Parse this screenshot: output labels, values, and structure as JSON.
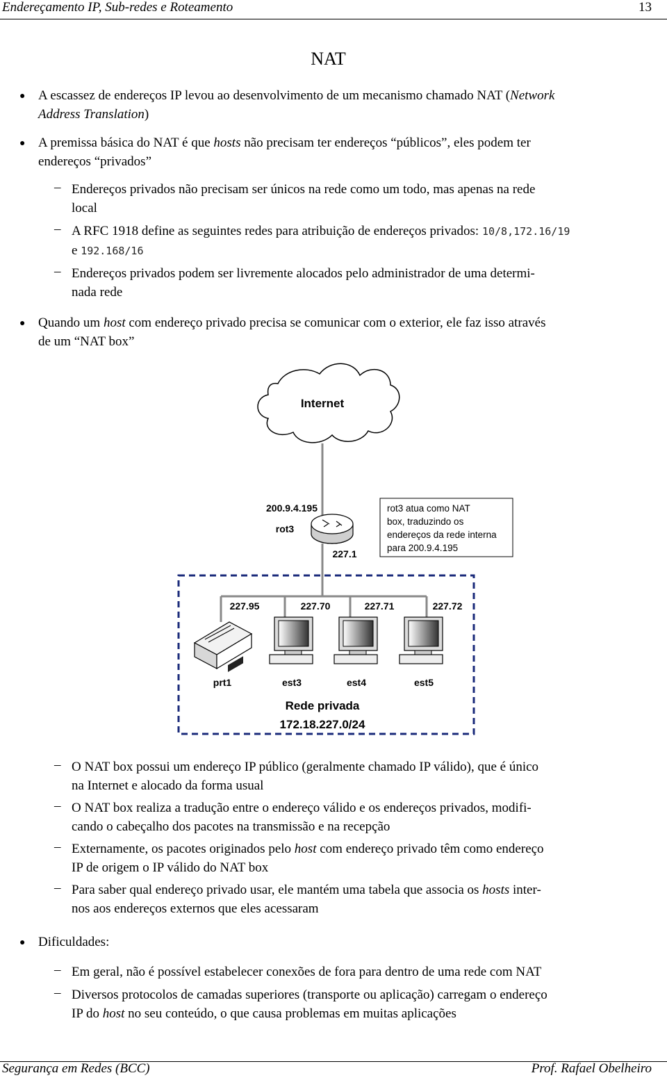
{
  "header": {
    "left": "Endereçamento IP, Sub-redes e Roteamento",
    "page_number": "13"
  },
  "title": "NAT",
  "bullets": {
    "b1": {
      "pre": "A escassez de endereços IP levou ao desenvolvimento de um mecanismo chamado NAT (",
      "it": "Network",
      "line2_it": "Address Translation",
      "line2_post": ")"
    },
    "b2": {
      "pre": "A premissa básica do NAT é que ",
      "it": "hosts",
      "post": " não precisam ter endereços “públicos”, eles podem ter",
      "line2": "endereços “privados”"
    },
    "s1": {
      "line1": "Endereços privados não precisam ser únicos na rede como um todo, mas apenas na rede",
      "line2": "local"
    },
    "s2": {
      "pre": "A RFC 1918 define as seguintes redes para atribuição de endereços privados: ",
      "code1": "10/8,172.16/19",
      "line2_pre": "e ",
      "code2": "192.168/16"
    },
    "s3": {
      "line1": "Endereços privados podem ser livremente alocados pelo administrador de uma determi-",
      "line2": "nada rede"
    },
    "b3": {
      "pre": "Quando um ",
      "it": "host",
      "post": " com endereço privado precisa se comunicar com o exterior, ele faz isso através",
      "line2": "de um “NAT box”"
    },
    "s4": {
      "line1": "O NAT box possui um endereço IP público (geralmente chamado IP válido), que é único",
      "line2": "na Internet e alocado da forma usual"
    },
    "s5": {
      "line1": "O NAT box realiza a tradução entre o endereço válido e os endereços privados, modifi-",
      "line2": "cando o cabeçalho dos pacotes na transmissão e na recepção"
    },
    "s6": {
      "pre": "Externamente, os pacotes originados pelo ",
      "it": "host",
      "post": " com endereço privado têm como endereço",
      "line2": "IP de origem o IP válido do NAT box"
    },
    "s7": {
      "pre": "Para saber qual endereço privado usar, ele mantém uma tabela que associa os ",
      "it": "hosts",
      "post": " inter-",
      "line2": "nos aos endereços externos que eles acessaram"
    },
    "b4": {
      "text": "Dificuldades:"
    },
    "s8": {
      "line1": "Em geral, não é possível estabelecer conexões de fora para dentro de uma rede com NAT"
    },
    "s9": {
      "line1": "Diversos protocolos de camadas superiores (transporte ou aplicação) carregam o endereço",
      "line2_pre": "IP do ",
      "line2_it": "host",
      "line2_post": " no seu conteúdo, o que causa problemas em muitas aplicações"
    }
  },
  "diagram": {
    "cloud_label": "Internet",
    "router_name": "rot3",
    "router_public_ip": "200.9.4.195",
    "router_private_ip": "227.1",
    "note": [
      "rot3 atua como NAT",
      "box, traduzindo os",
      "endereços da rede interna",
      "para 200.9.4.195"
    ],
    "hosts": [
      {
        "ip": "227.95",
        "name": "prt1",
        "kind": "printer"
      },
      {
        "ip": "227.70",
        "name": "est3",
        "kind": "workstation"
      },
      {
        "ip": "227.71",
        "name": "est4",
        "kind": "workstation"
      },
      {
        "ip": "227.72",
        "name": "est5",
        "kind": "workstation"
      }
    ],
    "network_label": "Rede privada",
    "network_address": "172.18.227.0/24"
  },
  "footer": {
    "left": "Segurança em Redes (BCC)",
    "right": "Prof. Rafael Obelheiro"
  }
}
